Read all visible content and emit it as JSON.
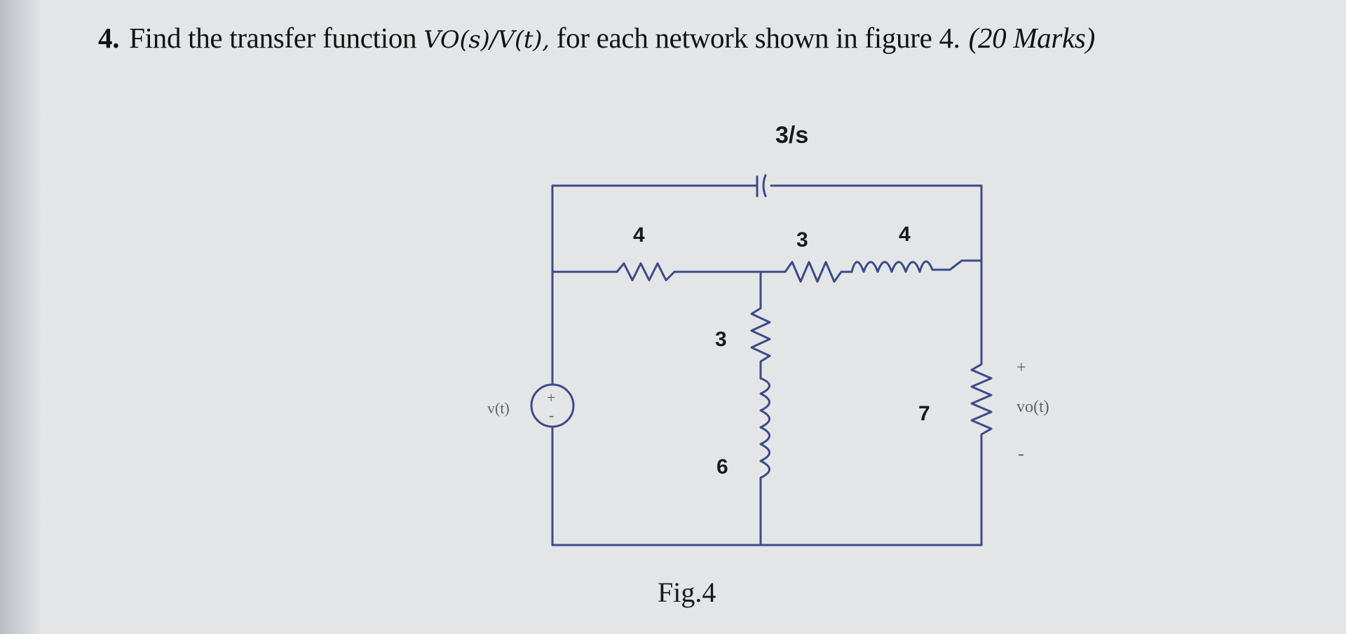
{
  "question": {
    "number": "4.",
    "text": "Find the transfer function",
    "function": "VO(s)/V(t),",
    "text2": "for each network shown in figure 4.",
    "marks": "(20 Marks)"
  },
  "circuit": {
    "capacitor_label": "3/s",
    "resistor_top_left": "4",
    "resistor_top_mid": "3",
    "inductor_top": "4",
    "resistor_vert_mid": "3",
    "inductor_vert_mid": "6",
    "resistor_right": "7",
    "source_label": "v(t)",
    "output_label": "vo(t)",
    "output_plus": "+",
    "output_minus": "-",
    "source_plus": "+",
    "source_minus": "-"
  },
  "figure": {
    "caption": "Fig.4"
  },
  "colors": {
    "wire": "#3b4a8a",
    "text": "#1a1a1a"
  }
}
